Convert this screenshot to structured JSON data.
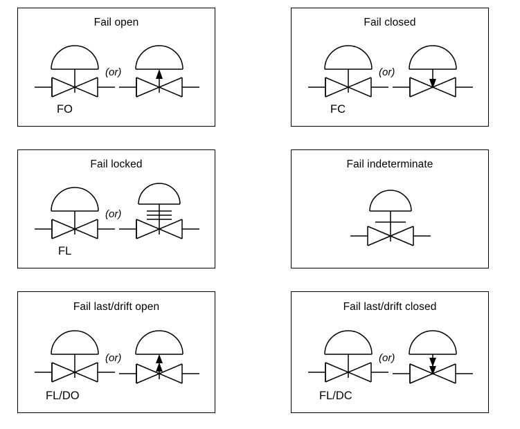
{
  "diagram": {
    "title_semantic": "control-valve-failure-mode-symbols",
    "or_text": "(or)",
    "stroke_color": "#000000",
    "background_color": "#ffffff"
  },
  "panels": [
    {
      "id": "fail-open",
      "title": "Fail open",
      "code": "FO",
      "or_text": "(or)",
      "variants": [
        {
          "kind": "plain-stem",
          "arrow": "none",
          "lock_bars": 0,
          "crossbar": false
        },
        {
          "kind": "arrow-stem",
          "arrow": "up",
          "arrow_heads": 1,
          "lock_bars": 0,
          "crossbar": false
        }
      ]
    },
    {
      "id": "fail-closed",
      "title": "Fail closed",
      "code": "FC",
      "or_text": "(or)",
      "variants": [
        {
          "kind": "plain-stem",
          "arrow": "none",
          "lock_bars": 0,
          "crossbar": false
        },
        {
          "kind": "arrow-stem",
          "arrow": "down",
          "arrow_heads": 1,
          "lock_bars": 0,
          "crossbar": false
        }
      ]
    },
    {
      "id": "fail-locked",
      "title": "Fail locked",
      "code": "FL",
      "or_text": "(or)",
      "variants": [
        {
          "kind": "plain-stem",
          "arrow": "none",
          "lock_bars": 0,
          "crossbar": false
        },
        {
          "kind": "locked-stem",
          "arrow": "none",
          "lock_bars": 3,
          "crossbar": false
        }
      ]
    },
    {
      "id": "fail-indeterminate",
      "title": "Fail indeterminate",
      "code": "",
      "or_text": "",
      "variants": [
        {
          "kind": "crossbar-stem",
          "arrow": "none",
          "lock_bars": 0,
          "crossbar": true
        }
      ]
    },
    {
      "id": "fail-last-drift-open",
      "title": "Fail last/drift open",
      "code": "FL/DO",
      "or_text": "(or)",
      "variants": [
        {
          "kind": "plain-stem",
          "arrow": "none",
          "lock_bars": 0,
          "crossbar": false
        },
        {
          "kind": "arrow-stem",
          "arrow": "up",
          "arrow_heads": 2,
          "lock_bars": 0,
          "crossbar": false
        }
      ]
    },
    {
      "id": "fail-last-drift-closed",
      "title": "Fail last/drift closed",
      "code": "FL/DC",
      "or_text": "(or)",
      "variants": [
        {
          "kind": "plain-stem",
          "arrow": "none",
          "lock_bars": 0,
          "crossbar": false
        },
        {
          "kind": "arrow-stem",
          "arrow": "down",
          "arrow_heads": 2,
          "lock_bars": 0,
          "crossbar": false
        }
      ]
    }
  ]
}
